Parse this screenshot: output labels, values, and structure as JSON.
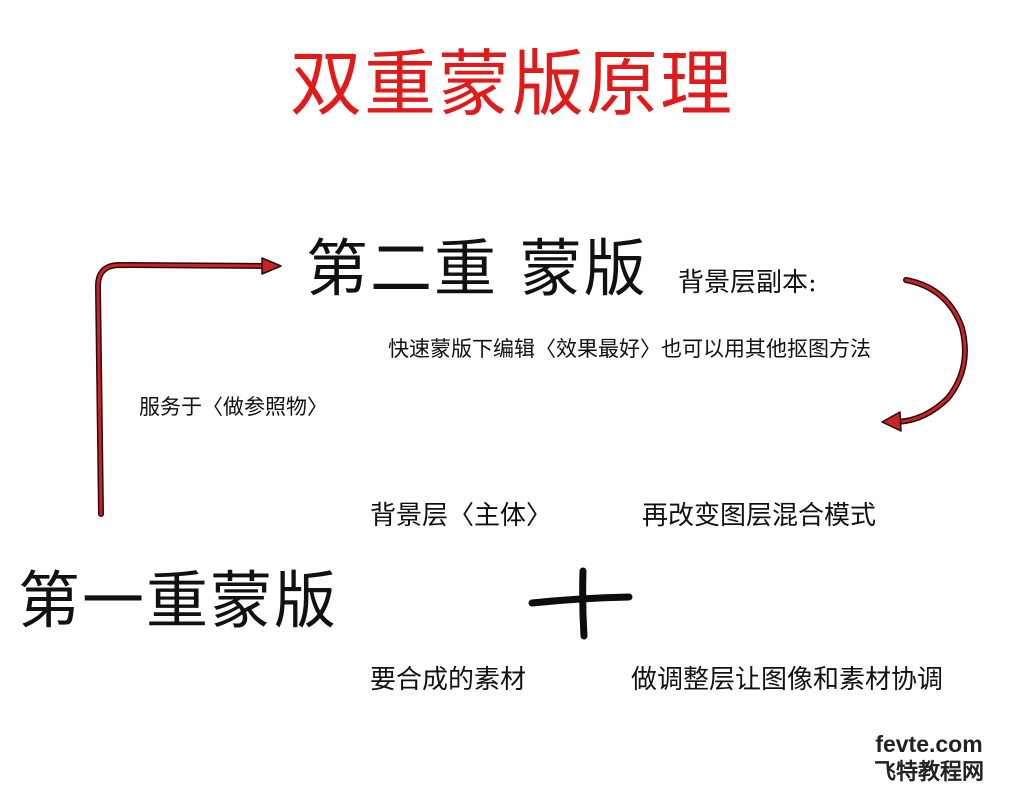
{
  "title": "双重蒙版原理",
  "second_layer": "第二重 蒙版",
  "bg_copy": "背景层副本:",
  "quick_mask": "快速蒙版下编辑〈效果最好〉也可以用其他抠图方法",
  "serves": "服务于〈做参照物〉",
  "bg_layer": "背景层〈主体〉",
  "blend_mode": "再改变图层混合模式",
  "first_layer": "第一重蒙版",
  "material": "要合成的素材",
  "adjust": "做调整层让图像和素材协调",
  "logo": {
    "top": "fevte.com",
    "bottom": "飞特教程网"
  },
  "colors": {
    "title": "#e01b1b",
    "arrow_fill": "#c8232b",
    "arrow_outline": "#2a0a0a",
    "text": "#111111"
  }
}
